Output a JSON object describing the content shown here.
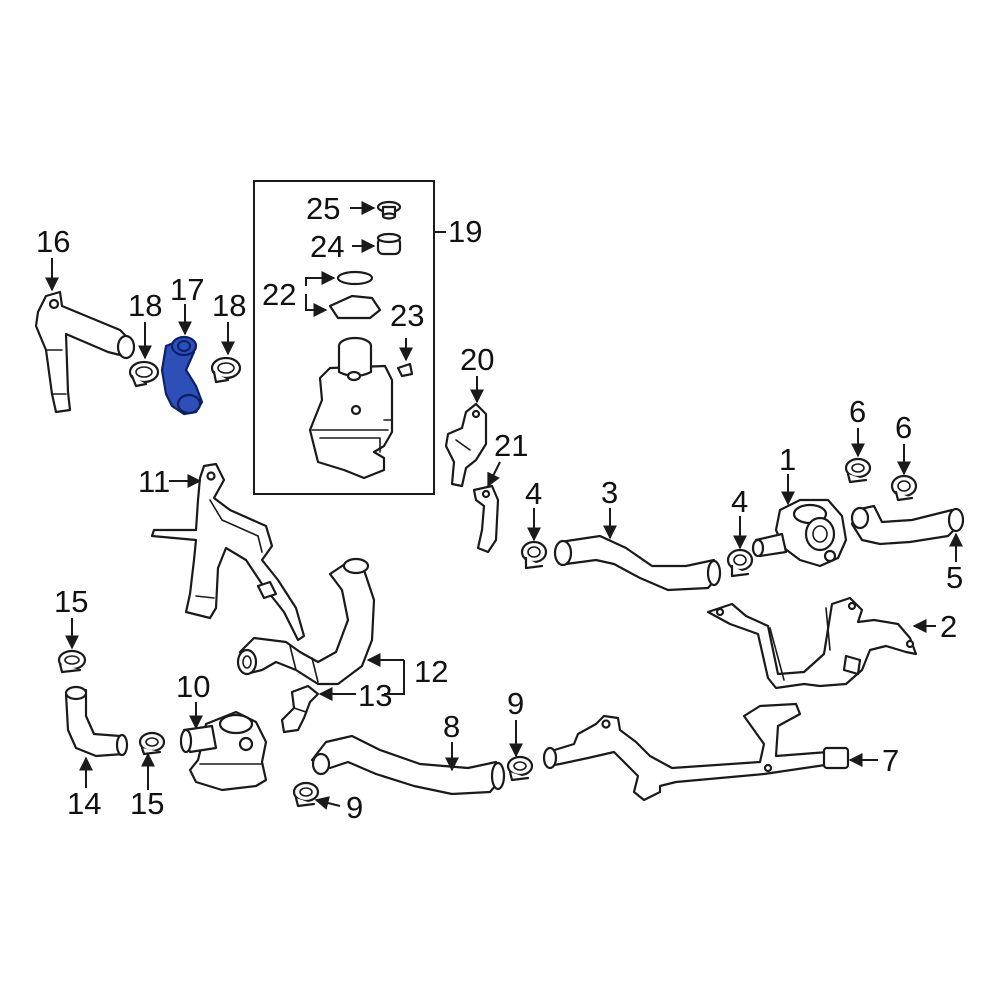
{
  "diagram": {
    "highlight_color": "#2c4fb8",
    "highlighted_part": "17",
    "callouts": {
      "c1": "1",
      "c2": "2",
      "c3": "3",
      "c4a": "4",
      "c4b": "4",
      "c5": "5",
      "c6a": "6",
      "c6b": "6",
      "c7": "7",
      "c8": "8",
      "c9a": "9",
      "c9b": "9",
      "c10": "10",
      "c11": "11",
      "c12": "12",
      "c13": "13",
      "c14": "14",
      "c15a": "15",
      "c15b": "15",
      "c16": "16",
      "c17": "17",
      "c18a": "18",
      "c18b": "18",
      "c19": "19",
      "c20": "20",
      "c21": "21",
      "c22": "22",
      "c23": "23",
      "c24": "24",
      "c25": "25"
    }
  }
}
